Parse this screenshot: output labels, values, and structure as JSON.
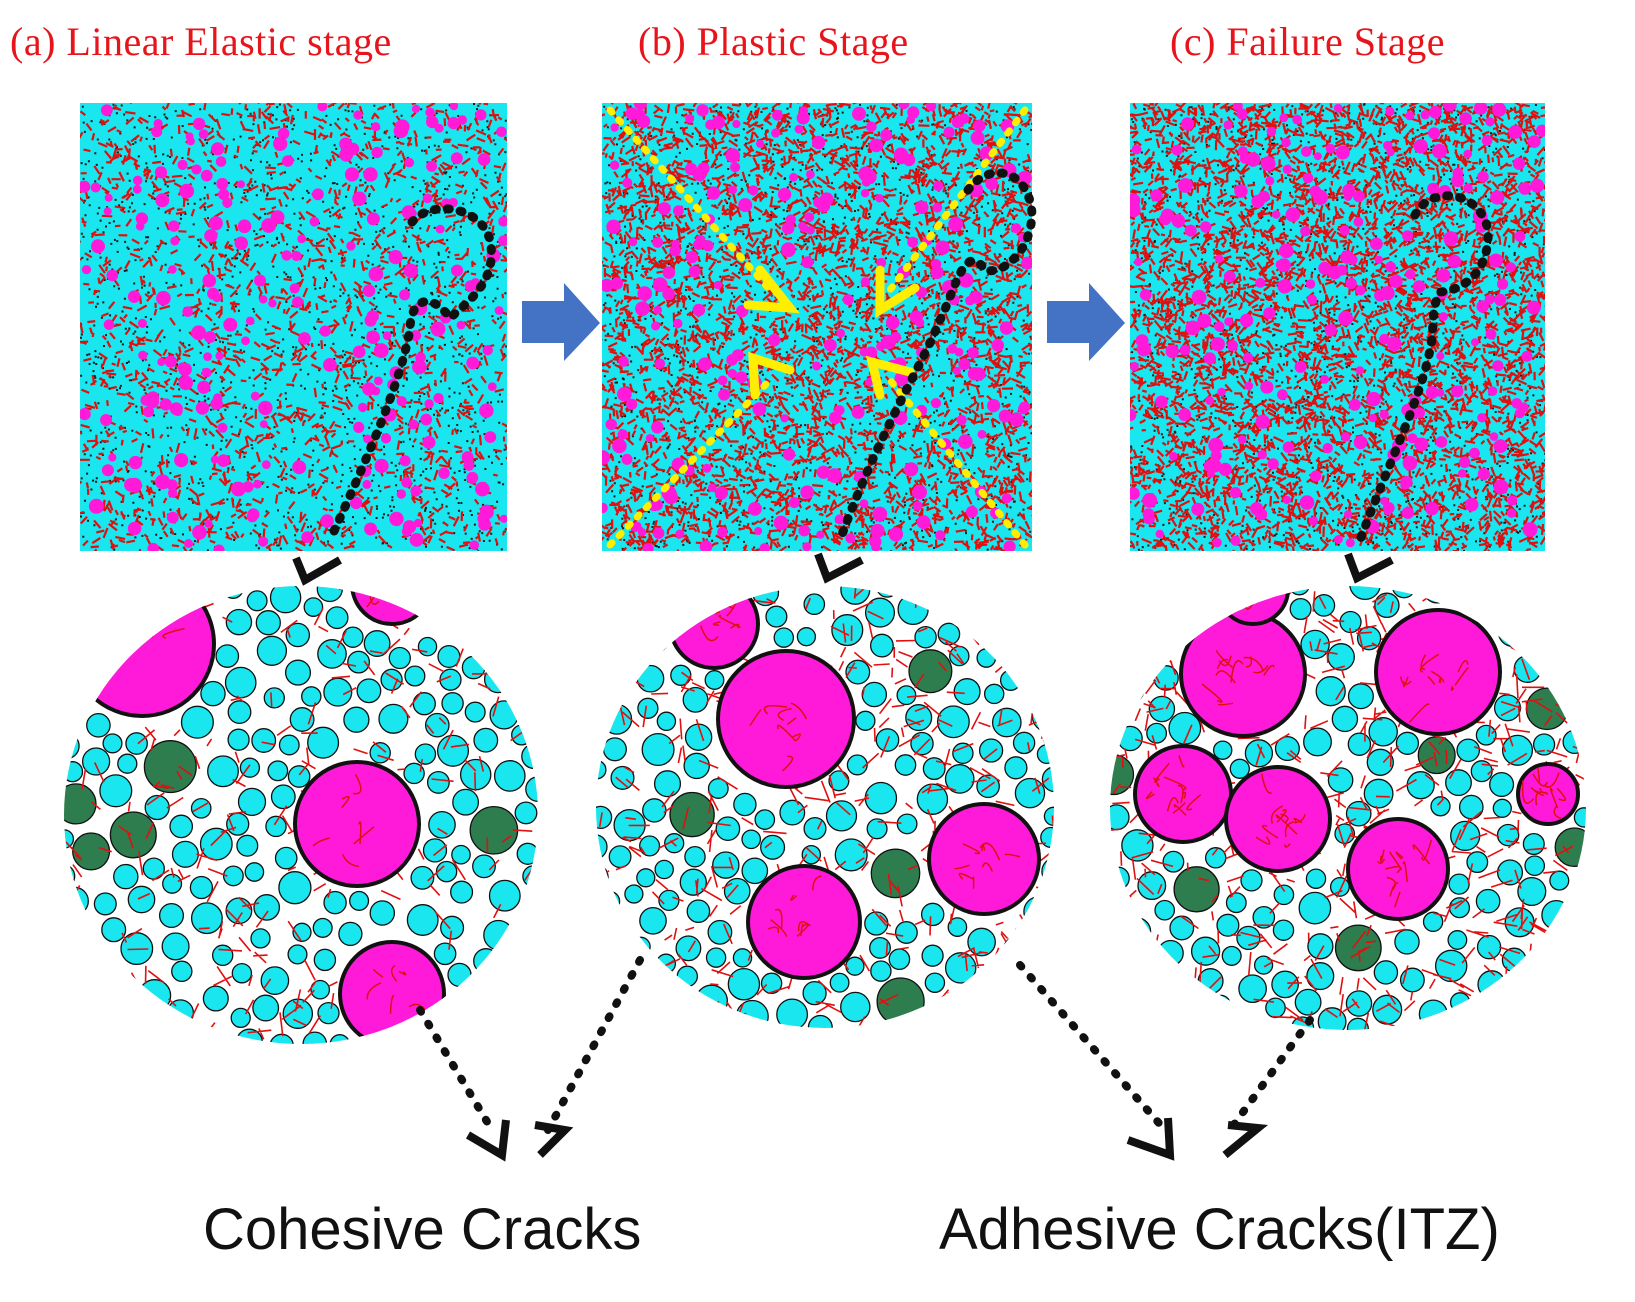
{
  "stages": [
    {
      "id": "a",
      "title": "(a)  Linear Elastic stage"
    },
    {
      "id": "b",
      "title": "(b)   Plastic Stage"
    },
    {
      "id": "c",
      "title": "(c)  Failure Stage"
    }
  ],
  "labels": {
    "cohesive": "Cohesive Cracks",
    "adhesive": "Adhesive Cracks(ITZ)"
  },
  "colors": {
    "title_red": "#e8141c",
    "aggregate_magenta": "#ff1ad9",
    "mortar_cyan": "#19e6ee",
    "particle_green": "#2e7d4f",
    "crack_red": "#e01010",
    "arrow_blue": "#4472c4",
    "shear_band_yellow": "#ffee00",
    "pointer_black": "#111111"
  },
  "icons": {
    "stage_arrow": "right-arrow-icon",
    "pointer": "chevron-down-icon"
  }
}
